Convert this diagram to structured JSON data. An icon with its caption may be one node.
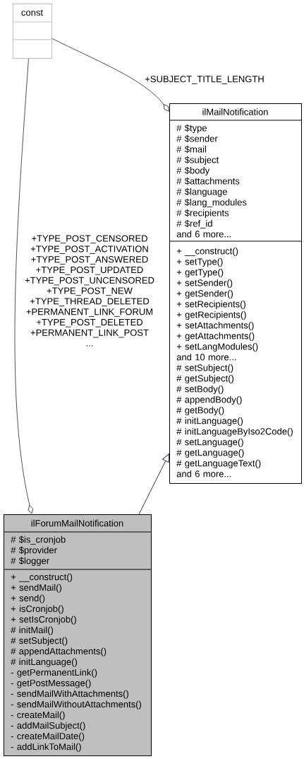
{
  "diagram": {
    "nodes": [
      {
        "text": [
          "const"
        ]
      },
      {
        "text": [],
        "shape": "box",
        "in": 0
      },
      {
        "text": [],
        "shape": "box",
        "in": 0
      },
      {
        "text": [
          "ilMailNotification"
        ]
      },
      {
        "text": [
          "# $type",
          "# $sender",
          "# $mail",
          "# $subject",
          "# $body",
          "# $attachments",
          "# $language",
          "# $lang_modules",
          "# $recipients",
          "# $ref_id",
          "and 6 more..."
        ],
        "in": 3
      },
      {
        "text": [
          "+ __construct()",
          "+ setType()",
          "+ getType()",
          "+ setSender()",
          "+ getSender()",
          "+ setRecipients()",
          "+ getRecipients()",
          "+ setAttachments()",
          "+ getAttachments()",
          "+ setLangModules()",
          "and 10 more...",
          "# setSubject()",
          "# getSubject()",
          "# setBody()",
          "# appendBody()",
          "# getBody()",
          "# initLanguage()",
          "# initLanguageByIso2Code()",
          "# setLanguage()",
          "# getLanguage()",
          "# getLanguageText()",
          "and 6 more..."
        ],
        "in": 3
      },
      {
        "text": [
          "ilForumMailNotification"
        ]
      },
      {
        "text": [
          "# $is_cronjob",
          "# $provider",
          "# $logger"
        ],
        "in": 6
      },
      {
        "text": [
          "+ __construct()",
          "+ sendMail()",
          "+ send()",
          "+ isCronjob()",
          "+ setIsCronjob()",
          "# initMail()",
          "# setSubject()",
          "# appendAttachments()",
          "# initLanguage()",
          "- getPermanentLink()",
          "- getPostMessage()",
          "- sendMailWithAttachments()",
          "- sendMailWithoutAttachments()",
          "- createMail()",
          "- addMailSubject()",
          "- createMailDate()",
          "- addLinkToMail()"
        ],
        "in": 6
      }
    ],
    "edges": [
      {
        "from": 0,
        "to": 3,
        "arrow": "other",
        "label": "+SUBJECT_TITLE_LENGTH"
      },
      {
        "from": 0,
        "to": 6,
        "arrow": "other",
        "label": "+TYPE_POST_CENSORED +TYPE_POST_ACTIVATION +TYPE_POST_ANSWERED +TYPE_POST_UPDATED +TYPE_POST_UNCENSORED +TYPE_POST_NEW +TYPE_THREAD_DELETED +PERMANENT_LINK_FORUM +TYPE_POST_DELETED +PERMANENT_LINK_POST ..."
      },
      {
        "from": 6,
        "to": 3,
        "arrow": "to",
        "color": "#191970"
      }
    ]
  }
}
